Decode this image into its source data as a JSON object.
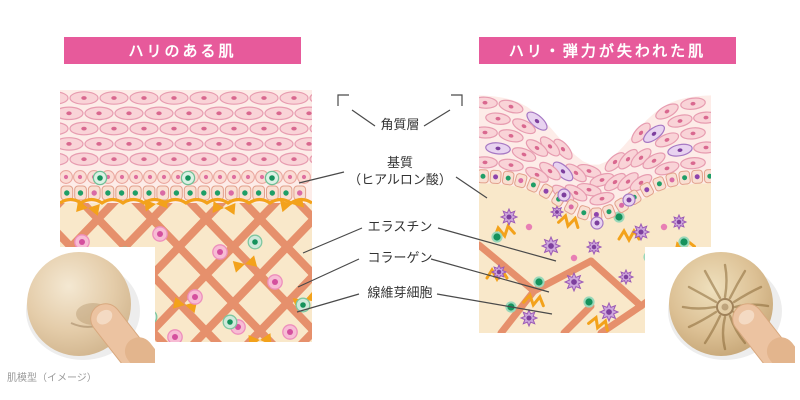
{
  "titles": {
    "left": "ハリのある肌",
    "right": "ハリ・弾力が失われた肌"
  },
  "annotations": {
    "stratum_corneum": "角質層",
    "matrix_line1": "基質",
    "matrix_line2": "（ヒアルロン酸）",
    "elastin": "エラスチン",
    "collagen": "コラーゲン",
    "fibroblast": "線維芽細胞"
  },
  "caption": "肌模型（イメージ）",
  "colors": {
    "banner_pink": "#e75a9b",
    "banner_text": "#ffffff",
    "collagen_salmon": "#e6906c",
    "elastin_orange": "#f3a21b",
    "fibroblast_pink": "#d44f9e",
    "fibroblast_green": "#15925c",
    "aged_purple": "#8e44ad",
    "epidermis_bg": "#fdece8",
    "dermis_bg": "#f9e8ca",
    "corneum_cell": "#f9d3d7",
    "label_text": "#333333"
  }
}
